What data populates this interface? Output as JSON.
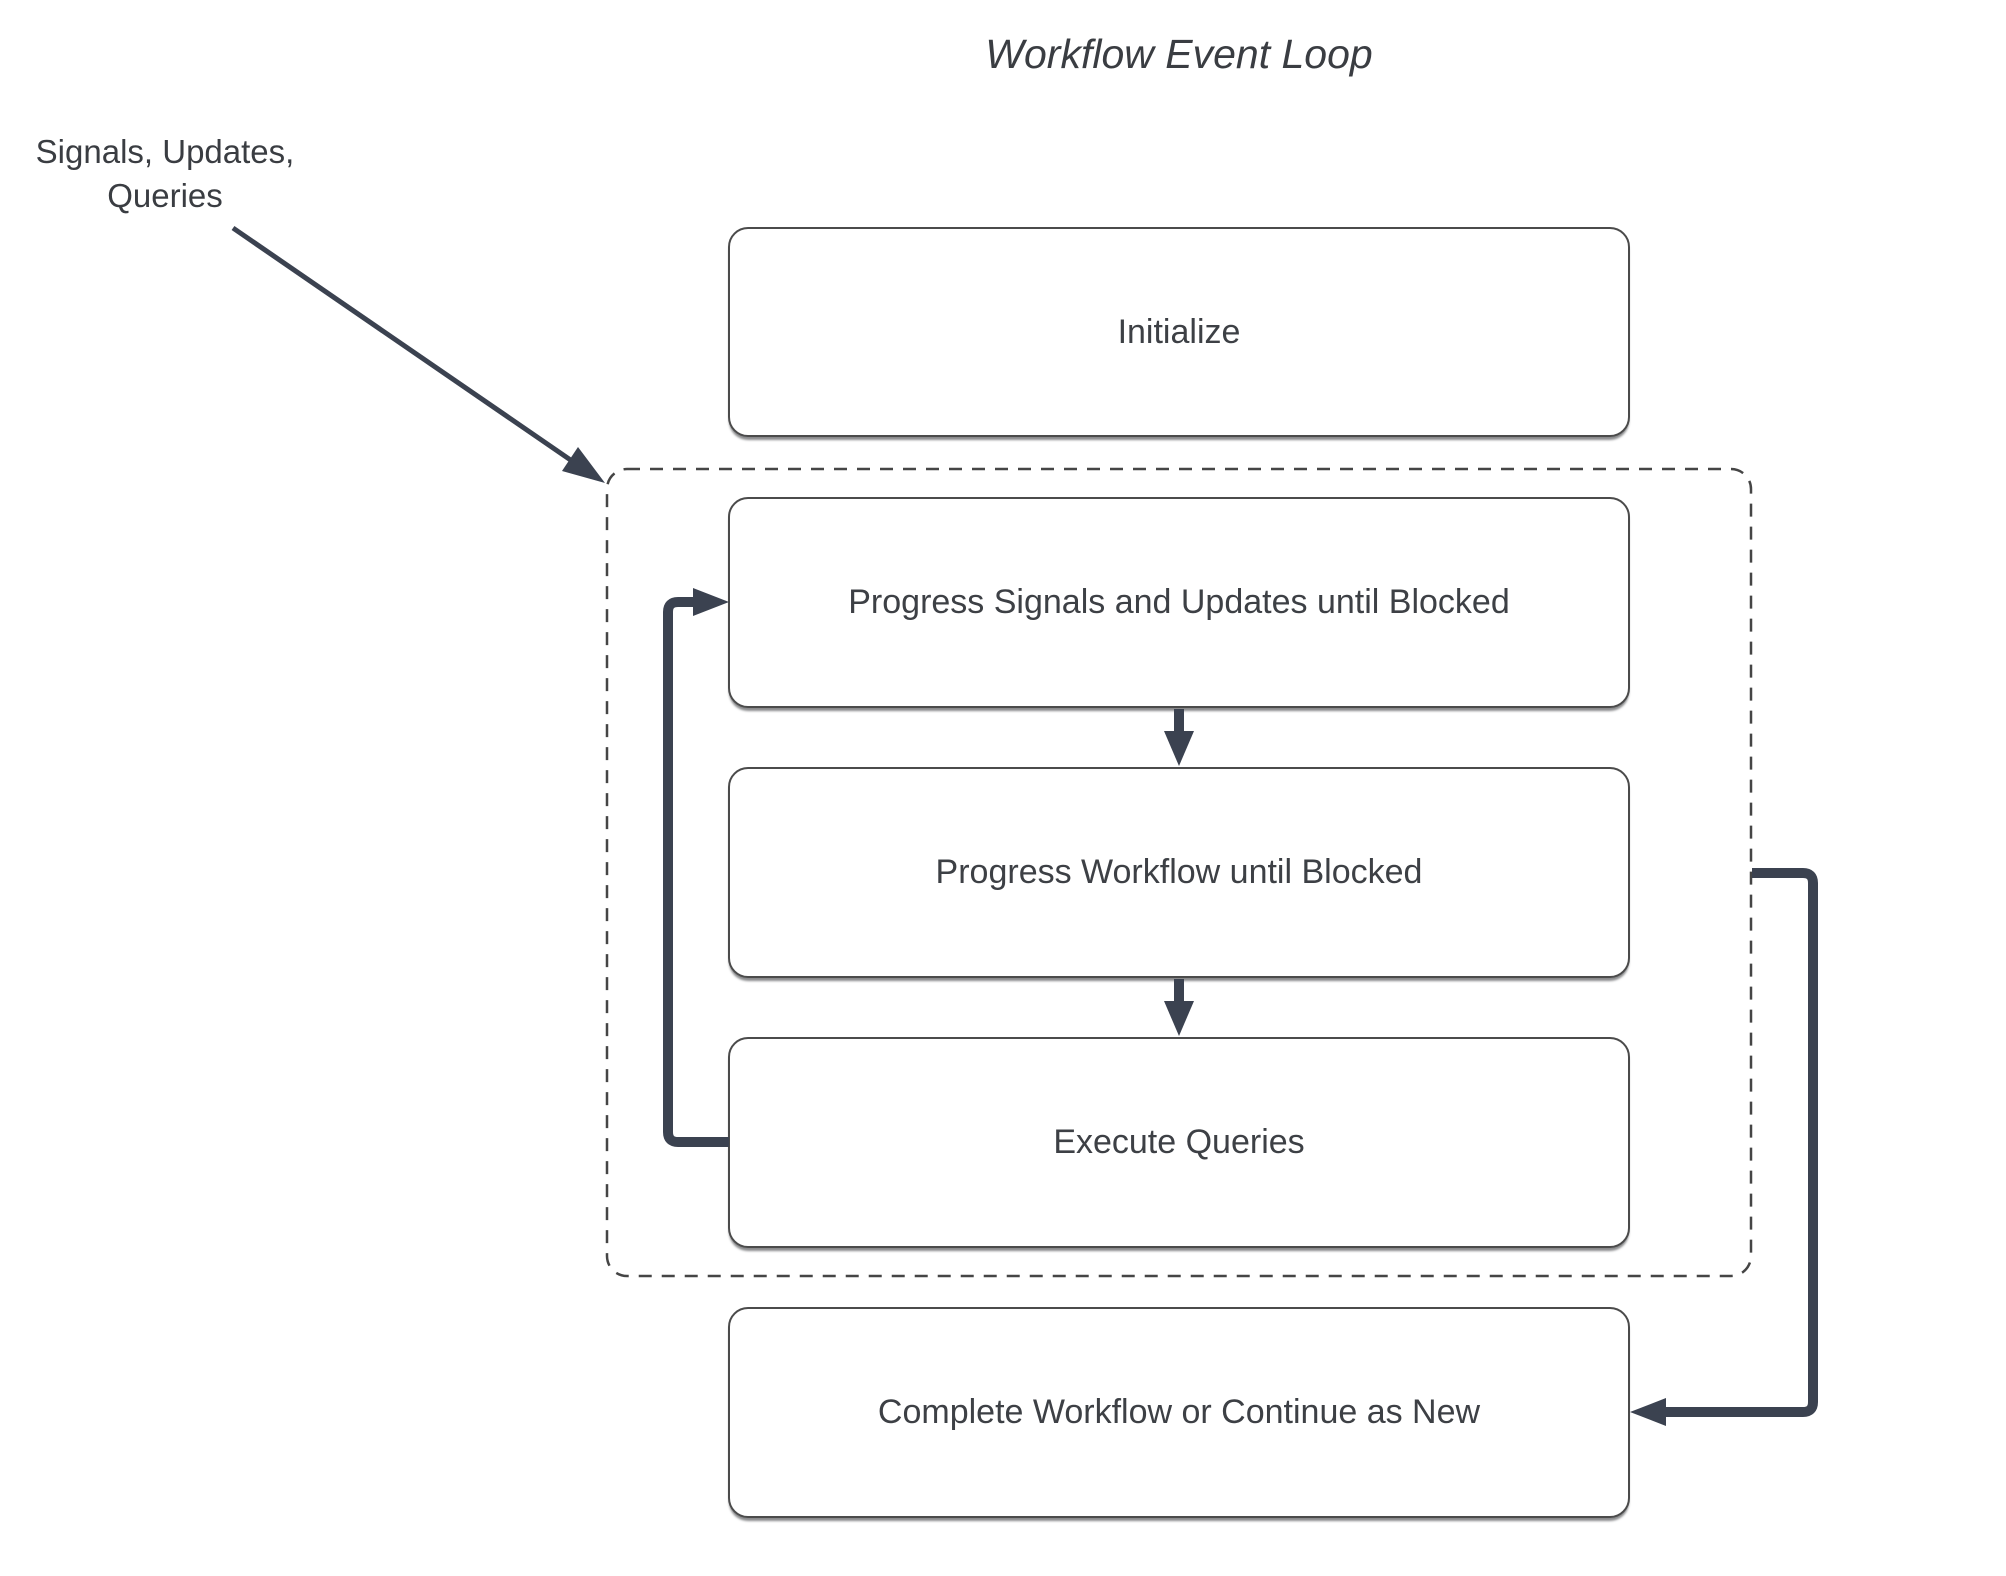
{
  "title": "Workflow Event Loop",
  "input_label": {
    "line1": "Signals, Updates,",
    "line2": "Queries"
  },
  "nodes": {
    "initialize": {
      "label": "Initialize"
    },
    "progress_signals": {
      "label": "Progress Signals and Updates until Blocked"
    },
    "progress_workflow": {
      "label": "Progress Workflow until Blocked"
    },
    "execute_queries": {
      "label": "Execute Queries"
    },
    "complete": {
      "label": "Complete Workflow or Continue as New"
    }
  },
  "colors": {
    "background": "#ffffff",
    "text": "#3d4045",
    "box_border": "#4b4b4b",
    "dashed_group_border": "#454545",
    "connector": "#3b4250"
  }
}
